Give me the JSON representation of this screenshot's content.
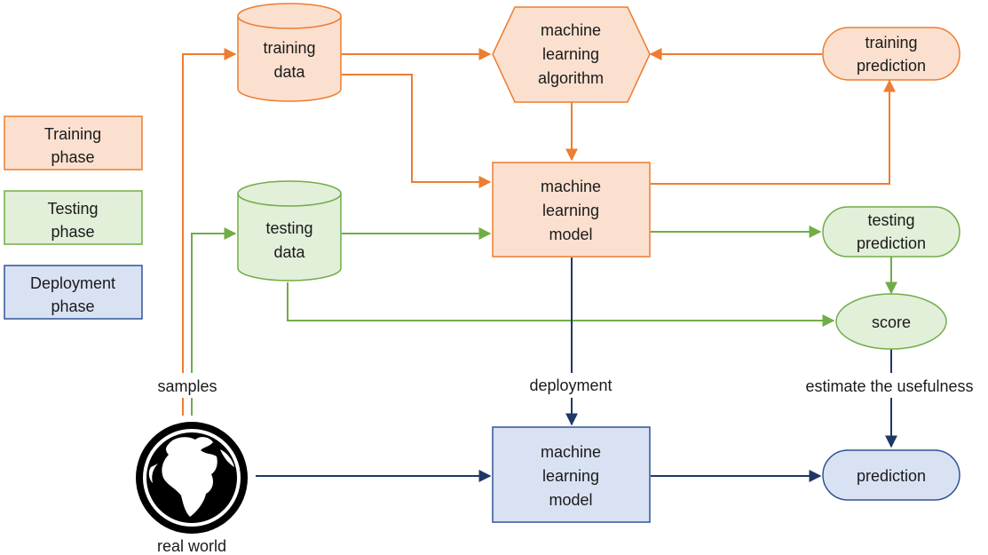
{
  "legend": {
    "training": "Training phase",
    "testing": "Testing phase",
    "deployment": "Deployment phase"
  },
  "nodes": {
    "training_data": [
      "training",
      "data"
    ],
    "ml_algorithm": [
      "machine",
      "learning",
      "algorithm"
    ],
    "training_prediction": [
      "training",
      "prediction"
    ],
    "testing_data": [
      "testing",
      "data"
    ],
    "ml_model_train": [
      "machine",
      "learning",
      "model"
    ],
    "testing_prediction": [
      "testing",
      "prediction"
    ],
    "score": "score",
    "ml_model_deploy": [
      "machine",
      "learning",
      "model"
    ],
    "prediction": "prediction",
    "real_world": "real world"
  },
  "edge_labels": {
    "samples": "samples",
    "deployment": "deployment",
    "estimate": "estimate the usefulness"
  },
  "colors": {
    "training": "#ed7d31",
    "testing": "#70ad47",
    "deployment": "#1f3864"
  },
  "icons": {
    "real_world": "globe-icon"
  }
}
